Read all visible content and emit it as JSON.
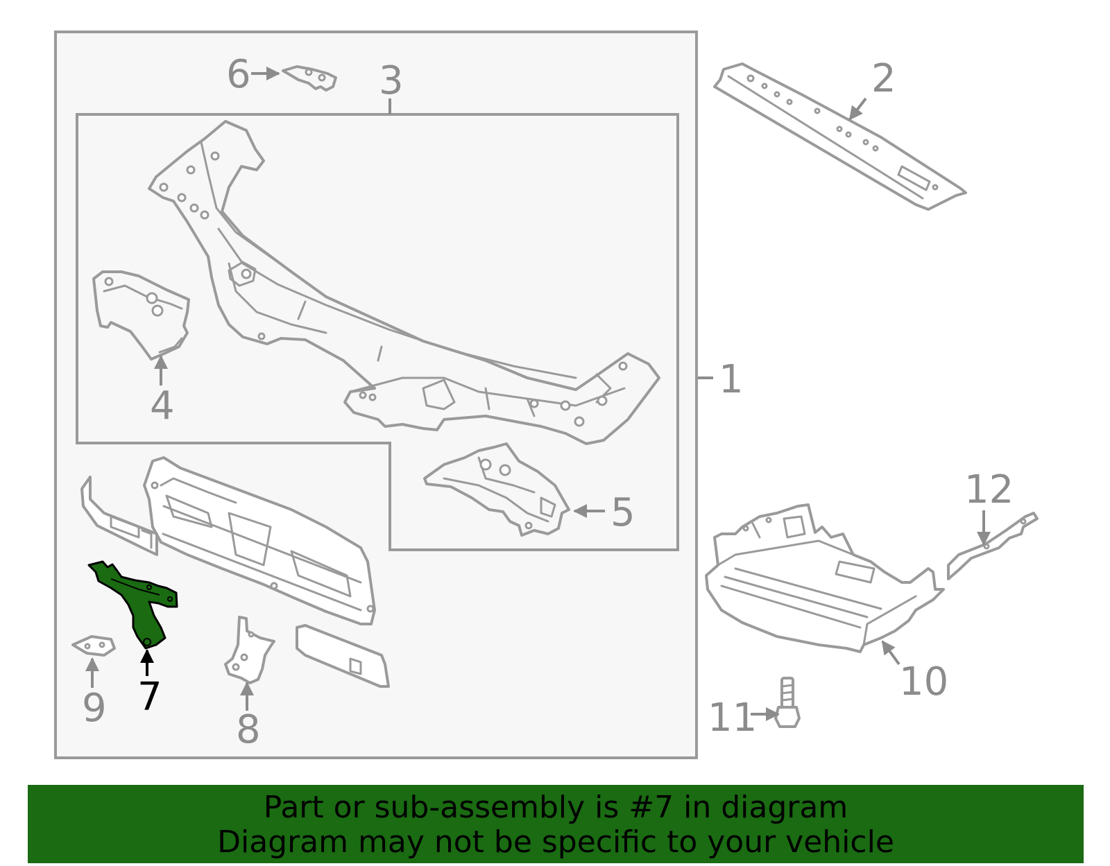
{
  "callouts": {
    "c1": "1",
    "c2": "2",
    "c3": "3",
    "c4": "4",
    "c5": "5",
    "c6": "6",
    "c7": "7",
    "c8": "8",
    "c9": "9",
    "c10": "10",
    "c11": "11",
    "c12": "12"
  },
  "highlight": {
    "part": "7",
    "color": "#1a6b12"
  },
  "banner": {
    "line1": "Part or sub-assembly is #7 in diagram",
    "line2": "Diagram may not be specific to your vehicle",
    "background": "#1a6b12"
  }
}
